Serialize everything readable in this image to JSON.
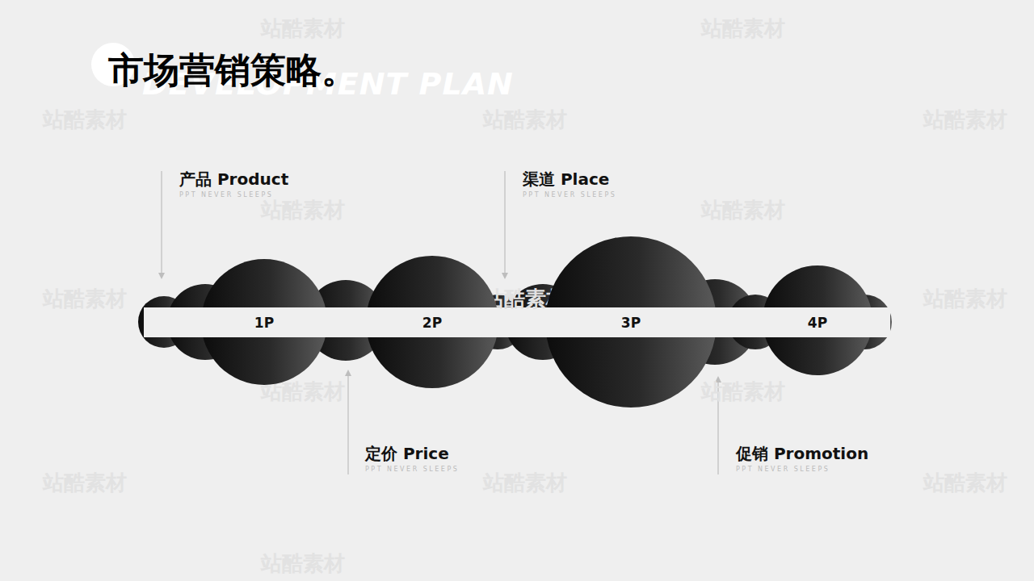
{
  "diagram": {
    "title": "市场营销策略。",
    "nodes": [
      {
        "text": [
          "1P"
        ]
      },
      {
        "text": [
          "2P"
        ]
      },
      {
        "text": [
          "3P"
        ]
      },
      {
        "text": [
          "4P"
        ]
      }
    ],
    "labels": [
      "DEVELOPMENT PLAN",
      "产品 Product",
      "PPT NEVER SLEEPS",
      "渠道 Place",
      "PPT NEVER SLEEPS",
      "定价 Price",
      "PPT NEVER SLEEPS",
      "促销 Promotion",
      "PPT NEVER SLEEPS",
      "站酷素材",
      "站酷素材",
      "站酷素材",
      "站酷素材",
      "站酷素材",
      "站酷素材",
      "站酷素材",
      "站酷素材",
      "站酷素材",
      "站酷素材",
      "站酷素材",
      "站酷素材",
      "站酷素材",
      "站酷素材",
      "站酷素材",
      "站酷素材"
    ]
  }
}
